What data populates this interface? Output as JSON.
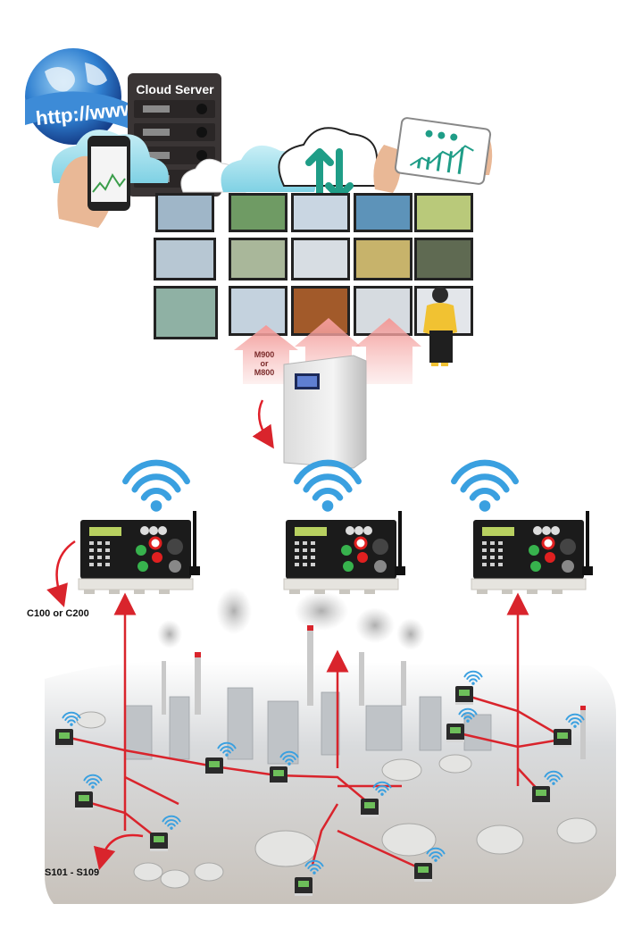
{
  "top": {
    "globe_text": "http://www",
    "server_label": "Cloud Server",
    "arrow_label_line1": "M900",
    "arrow_label_line2": "or",
    "arrow_label_line3": "M800"
  },
  "controllers": {
    "label": "C100 or C200"
  },
  "sensors": {
    "label": "S101 - S109"
  },
  "colors": {
    "accent_red": "#e0202a",
    "wifi_blue": "#3aa0e0",
    "cloud_teal": "#1f9d87",
    "panel_dark": "#1b1b1b",
    "server_dark": "#3a3535",
    "arrow_pink": "#f6b4b2"
  },
  "icons": [
    "globe-icon",
    "smartphone-icon",
    "tablet-icon",
    "cloud-sync-icon",
    "wifi-icon",
    "operator-figure"
  ]
}
